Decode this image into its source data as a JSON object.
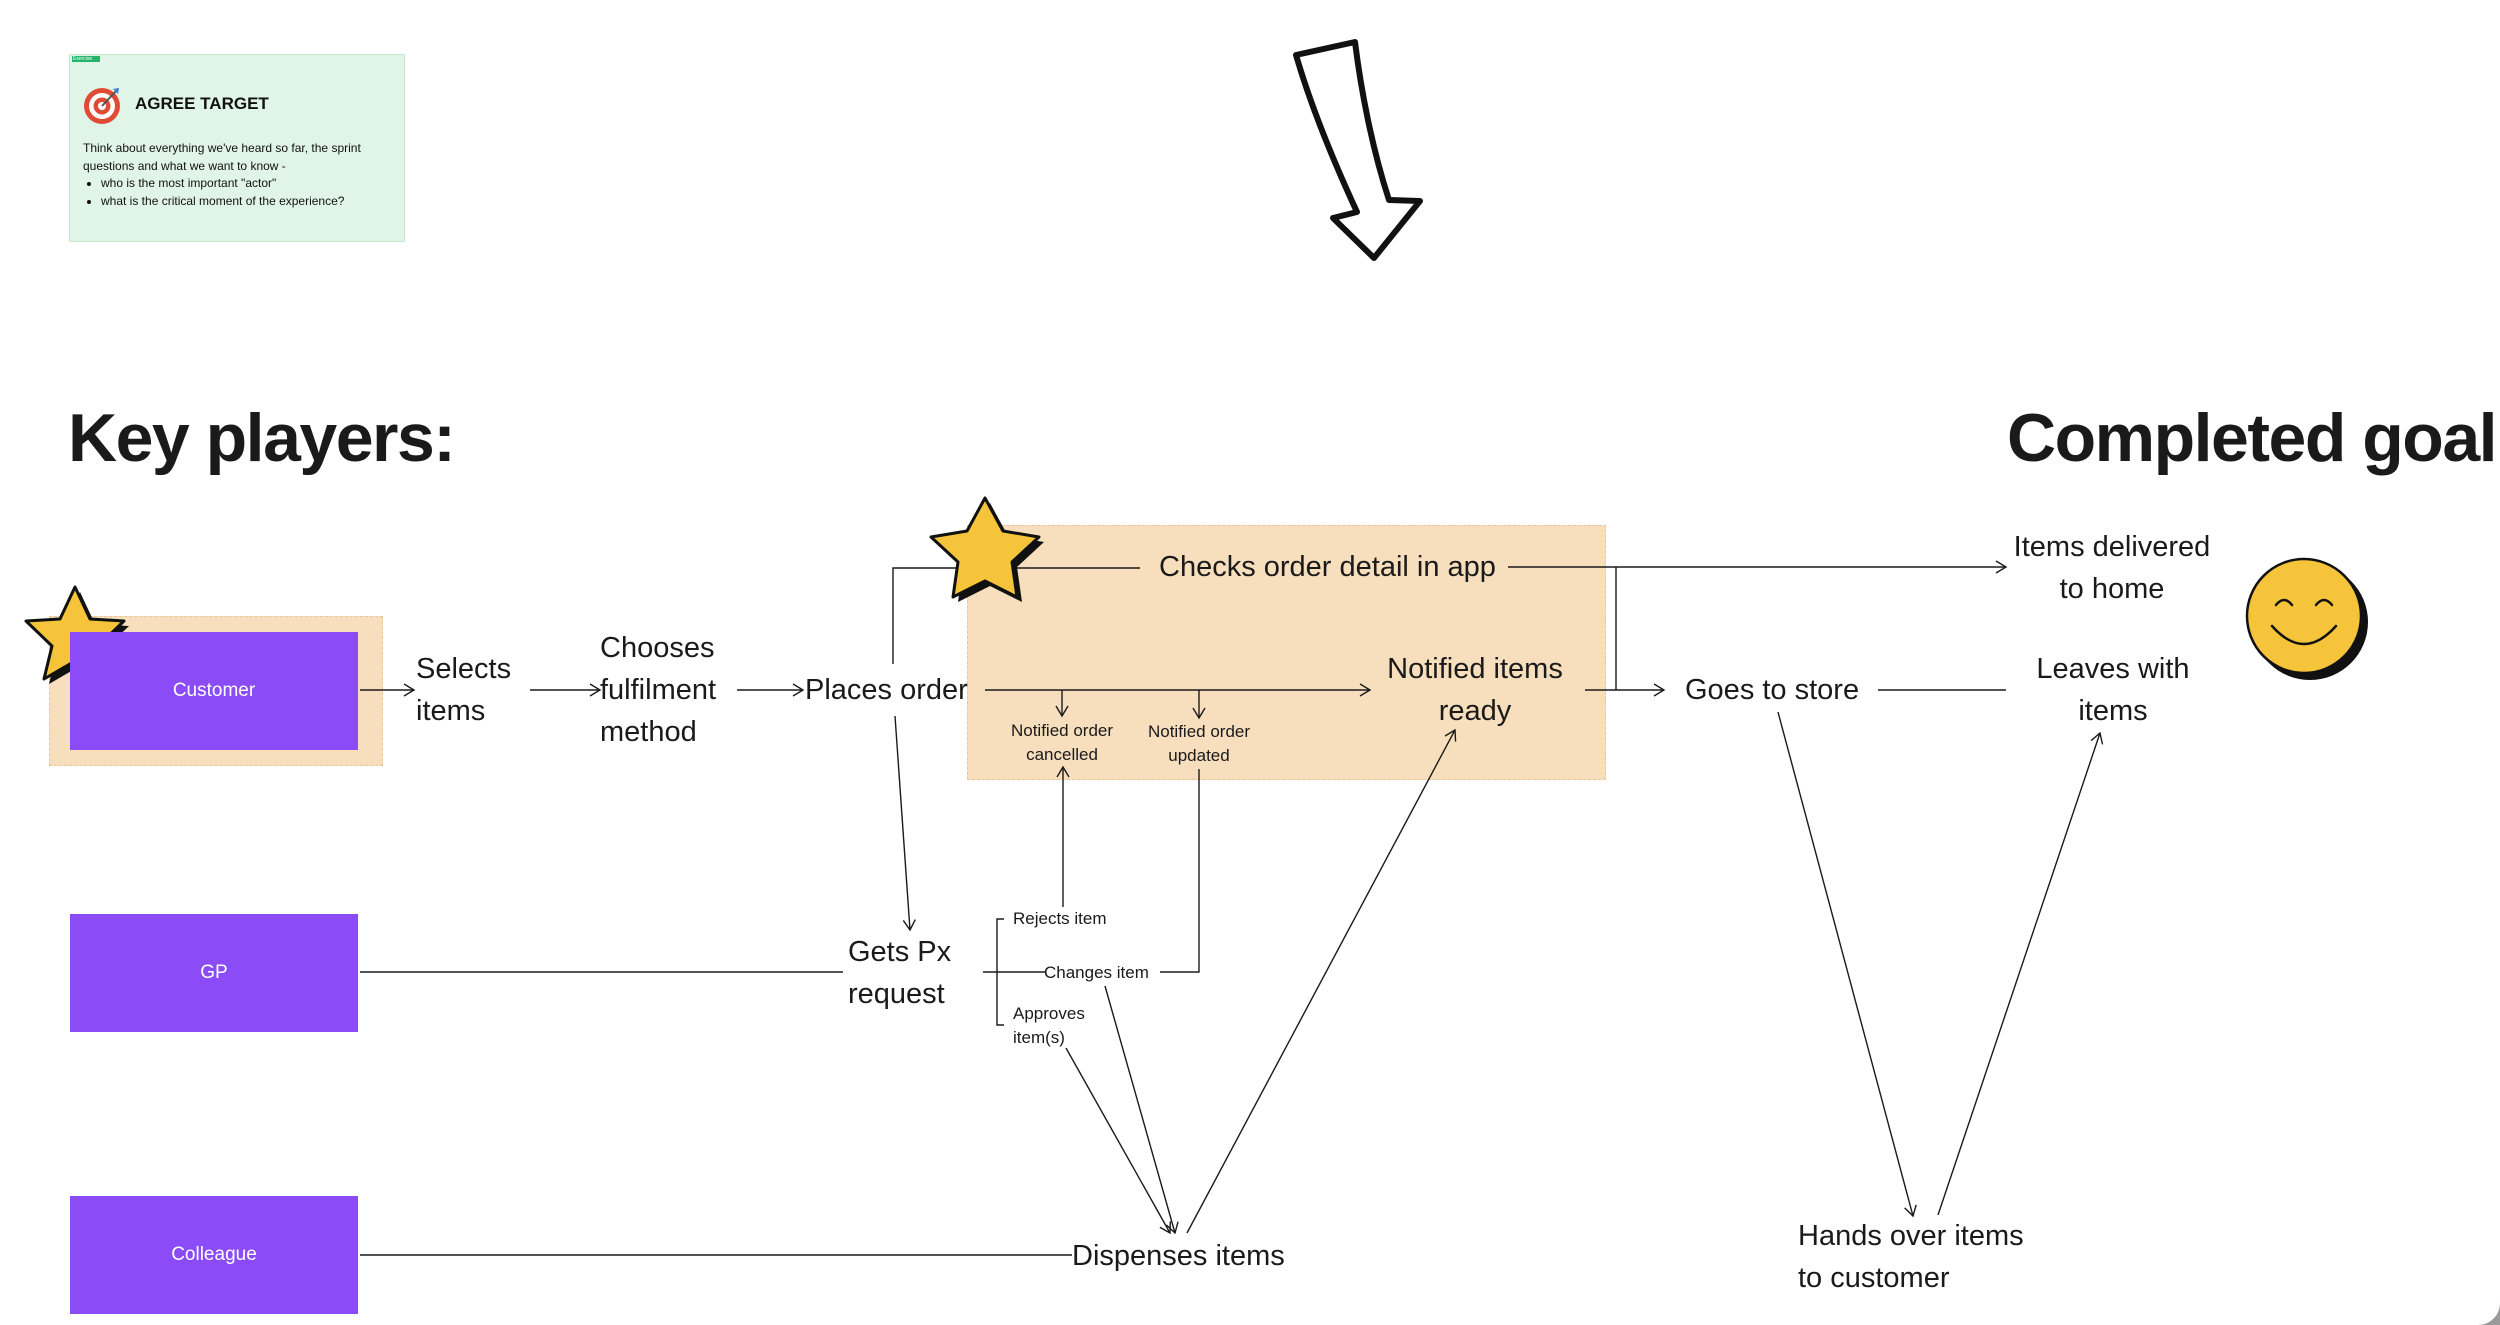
{
  "card": {
    "tag": "Exercise",
    "title": "AGREE TARGET",
    "intro": "Think about everything we've heard so far, the sprint questions and what we want to know -",
    "bullets": [
      "who is the most important \"actor\"",
      "what is the critical moment of the experience?"
    ]
  },
  "headings": {
    "left": "Key players:",
    "right": "Completed goal"
  },
  "players": {
    "customer": "Customer",
    "gp": "GP",
    "colleague": "Colleague"
  },
  "steps": {
    "selects_items": "Selects\nitems",
    "chooses_fulfilment": "Chooses\nfulfilment\nmethod",
    "places_order": "Places order",
    "checks_order": "Checks order detail in app",
    "notified_ready": "Notified items\nready",
    "notified_cancelled": "Notified order\ncancelled",
    "notified_updated": "Notified order\nupdated",
    "items_delivered": "Items delivered\nto home",
    "goes_to_store": "Goes to store",
    "leaves_with_items": "Leaves with\nitems",
    "gets_px": "Gets Px\nrequest",
    "rejects_item": "Rejects item",
    "changes_item": "Changes item",
    "approves_items": "Approves\nitem(s)",
    "dispenses_items": "Dispenses items",
    "hands_over": "Hands over items\nto customer"
  },
  "icons": [
    "target-icon",
    "down-arrow-icon",
    "star-icon",
    "smiley-icon"
  ],
  "colors": {
    "player": "#8b4cf7",
    "zone": "#f7dfbe",
    "card": "#e1f4e8",
    "star": "#f6c43b",
    "smiley": "#f6c43b"
  }
}
